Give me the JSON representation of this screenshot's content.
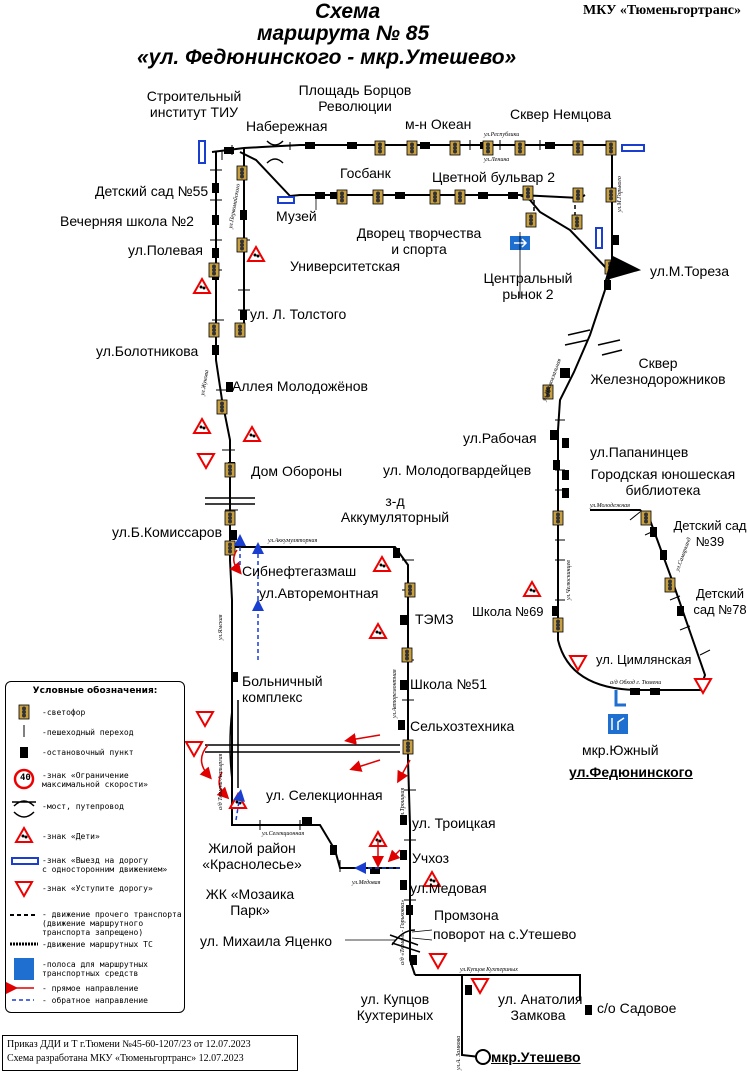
{
  "header": {
    "title_1": "Схема",
    "title_2": "маршрута № 85",
    "title_3": "«ул. Федюнинского - мкр.Утешево»",
    "org": "МКУ «Тюменьгортранс»"
  },
  "stops": {
    "stroitelny": "Строительный",
    "stroitelny2": "институт ТИУ",
    "naberezhnaya": "Набережная",
    "ploshchad": "Площадь Борцов",
    "ploshchad2": "Революции",
    "okean": "м-н Океан",
    "skver_nemtsova": "Сквер Немцова",
    "sad55": "Детский сад №55",
    "gosbank": "Госбанк",
    "tsvetnoy": "Цветной бульвар 2",
    "muzey": "Музей",
    "vecher": "Вечерняя школа №2",
    "dvorets": "Дворец творчества",
    "dvorets2": "и спорта",
    "polevaya": "ул.Полевая",
    "universitet": "Университетская",
    "rynok": "Центральный",
    "rynok2": "рынок 2",
    "toreza": "ул.М.Тореза",
    "tolstogo": "ул. Л. Толстого",
    "bolotnikova": "ул.Болотникова",
    "skver_zhd": "Сквер",
    "skver_zhd2": "Железнодорожников",
    "alleya": "Аллея Молодожёнов",
    "rabochaya": "ул.Рабочая",
    "papanintsev": "ул.Папанинцев",
    "dom_oborony": "Дом Обороны",
    "molodogv": "ул. Молодогвардейцев",
    "biblioteka": "Городская юношеская",
    "biblioteka2": "библиотека",
    "akkum": "з-д",
    "akkum2": "Аккумуляторный",
    "komissarov": "ул.Б.Комиссаров",
    "sad39": "Детский сад",
    "sad39b": "№39",
    "sibneft": "Сибнефтегазмаш",
    "avtoremont": "ул.Авторемонтная",
    "temz": "ТЭМЗ",
    "shkola69": "Школа №69",
    "sad78": "Детский",
    "sad78b": "сад №78",
    "tsimlyanskaya": "ул. Цимлянская",
    "bolnichny": "Больничный",
    "bolnichny2": "комплекс",
    "shkola51": "Школа №51",
    "selkhoz": "Сельхозтехника",
    "yuzhny": "мкр.Южный",
    "fedyuninskogo": "ул.Федюнинского",
    "selektsionnaya": "ул. Селекционная",
    "troitskaya": "ул. Троицкая",
    "krasnoles": "Жилой район",
    "krasnoles2": "«Краснолесье»",
    "uchkhoz": "Учхоз",
    "medovaya": "ул.Медовая",
    "mozaika": "ЖК «Мозаика",
    "mozaika2": "Парк»",
    "promzona": "Промзона",
    "povorot": "поворот на с.Утешево",
    "yatsenko": "ул. Михаила Яценко",
    "kuptsov": "ул. Купцов",
    "kuptsov2": "Кухтериных",
    "zamkova": "ул. Анатолия",
    "zamkova2": "Замкова",
    "sadovoe": "с/о Садовое",
    "uteshevo": "мкр.Утешево"
  },
  "streets": {
    "respubliki": "ул.Республики",
    "lenina": "ул.Ленина",
    "perekopskogo": "ул.Первомайского",
    "gorkogo": "ул.М.Горького",
    "zhukova": "ул.Жукова",
    "privokzalnaya": "ул.Привокзальная",
    "molodezhnaya": "ул.Молодежная",
    "akkumulyatornaya": "ул.Аккумуляторная",
    "chelyuskintsev": "ул.Челюскинцев",
    "samarkandskaya": "ул.Самарканд",
    "yamskaya": "ул.Ямская",
    "avtoremontnaya": "ул.Авторемонтная",
    "obkhod": "а/д Обход г. Тюмени",
    "tyumen_aromat": "а/д Тюмень-Ахтыргая",
    "selektsionnaya_s": "ул.Селекционная",
    "troitskaya_s": "ул.Троицкая",
    "medovaya_s": "ул.Медовая",
    "tyumen_gorkovo": "а/д «Тюмень - Горьковка»",
    "kuptsov_s": "ул.Купцов Кухтериных",
    "zamkova_s": "ул.А. Замкова"
  },
  "legend": {
    "title": "Условные обозначения:",
    "svetofor": "-светофор",
    "perekhod": "-пешеходный переход",
    "ostanovka": "-остановочный пункт",
    "speed_value": "40",
    "speed_1": "-знак «Ограничение",
    "speed_2": "максимальной скорости»",
    "most": "-мост, путепровод",
    "deti": "-знак «Дети»",
    "vyezd_1": "-знак «Выезд на дорогу",
    "vyezd_2": "с односторонним движением»",
    "ustupi": "-знак «Уступите дорогу»",
    "prochee_1": "- движение прочего транспорта",
    "prochee_2": "(движение маршрутного",
    "prochee_3": "транспорта запрещено)",
    "marshrut": "-движение маршрутных ТС",
    "polosa_1": "-полоса для маршрутных",
    "polosa_2": "транспортных средств",
    "pryamoe": "- прямое направление",
    "obratnoe": "- обратное направление"
  },
  "footer": {
    "line1": "Приказ ДДИ и Т г.Тюмени №45-60-1207/23 от 12.07.2023",
    "line2": "Схема разработана МКУ «Тюменьгортранс» 12.07.2023"
  },
  "colors": {
    "route": "#000000",
    "forward": "#e00000",
    "reverse": "#1a3fd0",
    "lane": "#1f6fd0"
  }
}
